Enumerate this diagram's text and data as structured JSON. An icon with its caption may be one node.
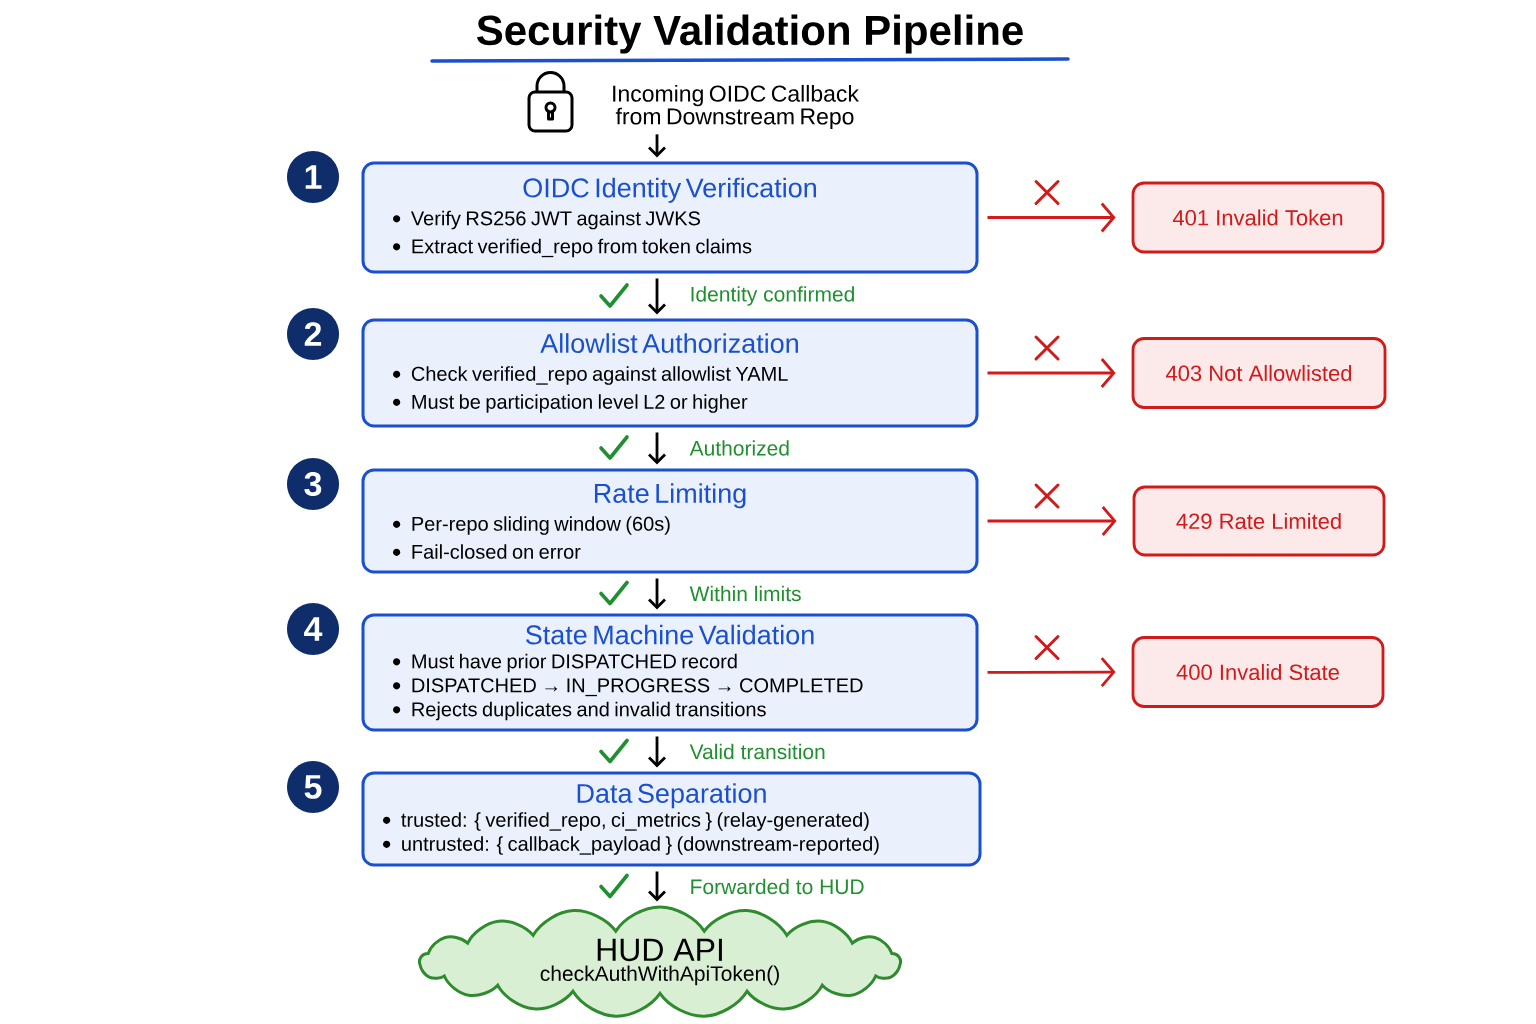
{
  "diagram": {
    "title": "Security Validation Pipeline",
    "nodes": [
      {
        "text": [
          "Incoming OIDC Callback from Downstream Repo"
        ]
      },
      {
        "text": [
          "OIDC Identity Verification",
          "Verify RS256 JWT against JWKS",
          "Extract verified_repo from token claims"
        ],
        "beside": [
          "1"
        ]
      },
      {
        "text": [
          "401 Invalid Token"
        ]
      },
      {
        "text": [
          "Allowlist Authorization",
          "Check verified_repo against allowlist YAML",
          "Must be participation level L2 or higher"
        ],
        "beside": [
          "2"
        ]
      },
      {
        "text": [
          "403 Not Allowlisted"
        ]
      },
      {
        "text": [
          "Rate Limiting",
          "Per-repo sliding window (60s)",
          "Fail-closed on error"
        ],
        "beside": [
          "3"
        ]
      },
      {
        "text": [
          "429 Rate Limited"
        ]
      },
      {
        "text": [
          "State Machine Validation",
          "Must have prior DISPATCHED record",
          "DISPATCHED → IN_PROGRESS → COMPLETED",
          "Rejects duplicates and invalid transitions"
        ],
        "beside": [
          "4"
        ]
      },
      {
        "text": [
          "400 Invalid State"
        ]
      },
      {
        "text": [
          "Data Separation",
          "trusted: { verified_repo, ci_metrics } (relay-generated)",
          "untrusted: { callback_payload } (downstream-reported)"
        ],
        "beside": [
          "5"
        ]
      },
      {
        "text": [
          "HUD API",
          "checkAuthWithApiToken()"
        ]
      }
    ],
    "edges": [
      {
        "from": 0,
        "to": 1,
        "arrow": "to"
      },
      {
        "from": 1,
        "to": 3,
        "arrow": "to",
        "label": "Identity confirmed"
      },
      {
        "from": 3,
        "to": 5,
        "arrow": "to",
        "label": "Authorized"
      },
      {
        "from": 5,
        "to": 7,
        "arrow": "to",
        "label": "Within limits"
      },
      {
        "from": 7,
        "to": 9,
        "arrow": "to",
        "label": "Valid transition"
      },
      {
        "from": 9,
        "to": 10,
        "arrow": "to",
        "label": "Forwarded to HUD"
      },
      {
        "from": 1,
        "to": 2,
        "arrow": "to",
        "color": "#d11a1a"
      },
      {
        "from": 3,
        "to": 4,
        "arrow": "to",
        "color": "#d11a1a"
      },
      {
        "from": 5,
        "to": 6,
        "arrow": "to",
        "color": "#d11a1a"
      },
      {
        "from": 7,
        "to": 8,
        "arrow": "to",
        "color": "#d11a1a"
      }
    ]
  }
}
